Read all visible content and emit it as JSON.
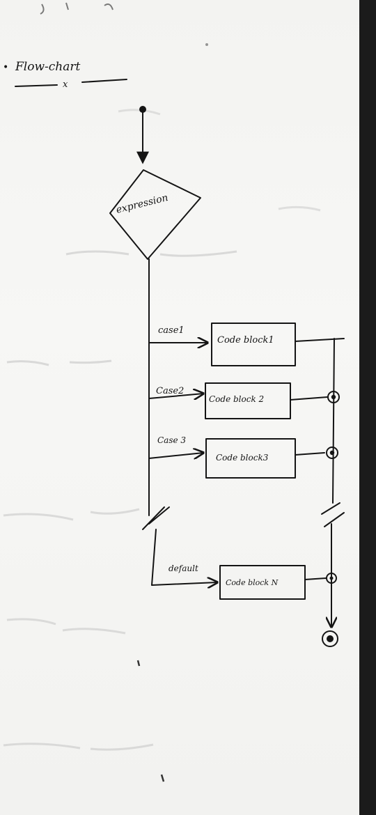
{
  "heading": {
    "bullet": "•",
    "title": "Flow-chart",
    "underline_mark": "x"
  },
  "diagram": {
    "decision": "expression",
    "cases": [
      {
        "case_label": "case1",
        "block_label": "Code block1"
      },
      {
        "case_label": "Case2",
        "block_label": "Code block 2"
      },
      {
        "case_label": "Case 3",
        "block_label": "Code block3"
      },
      {
        "case_label": "default",
        "block_label": "Code block N"
      }
    ]
  },
  "colors": {
    "ink": "#141414",
    "paper": "#f3f3f1",
    "bleed_through": "#b9b9b9",
    "background": "#1a1a1a"
  }
}
